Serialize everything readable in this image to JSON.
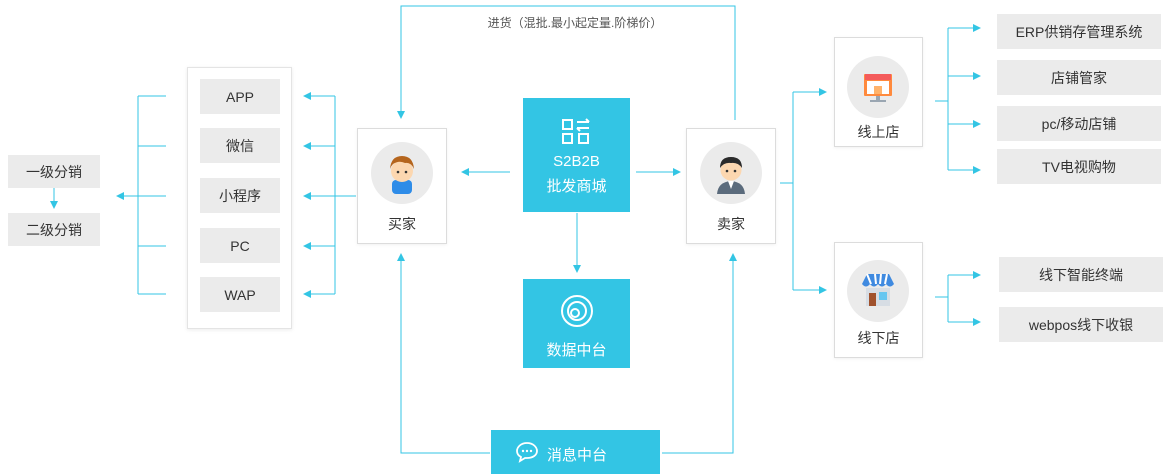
{
  "colors": {
    "accent": "#33c5e4",
    "box_grey": "#ebebeb",
    "text": "#333333"
  },
  "top_label": "进货（混批.最小起定量.阶梯价）",
  "distribution": {
    "level1": "一级分销",
    "level2": "二级分销"
  },
  "channels": [
    "APP",
    "微信",
    "小程序",
    "PC",
    "WAP"
  ],
  "buyer": {
    "label": "买家",
    "icon": "buyer-avatar-icon"
  },
  "mall": {
    "line1": "S2B2B",
    "line2": "批发商城",
    "icon": "qr-exchange-icon"
  },
  "data_platform": {
    "label": "数据中台",
    "icon": "concentric-circle-icon"
  },
  "message_platform": {
    "label": "消息中台",
    "icon": "chat-bubble-icon"
  },
  "seller": {
    "label": "卖家",
    "icon": "seller-avatar-icon"
  },
  "online_store": {
    "label": "线上店",
    "icon": "storefront-monitor-icon",
    "items": [
      "ERP供销存管理系统",
      "店铺管家",
      "pc/移动店铺",
      "TV电视购物"
    ]
  },
  "offline_store": {
    "label": "线下店",
    "icon": "awning-shop-icon",
    "items": [
      "线下智能终端",
      "webpos线下收银"
    ]
  }
}
